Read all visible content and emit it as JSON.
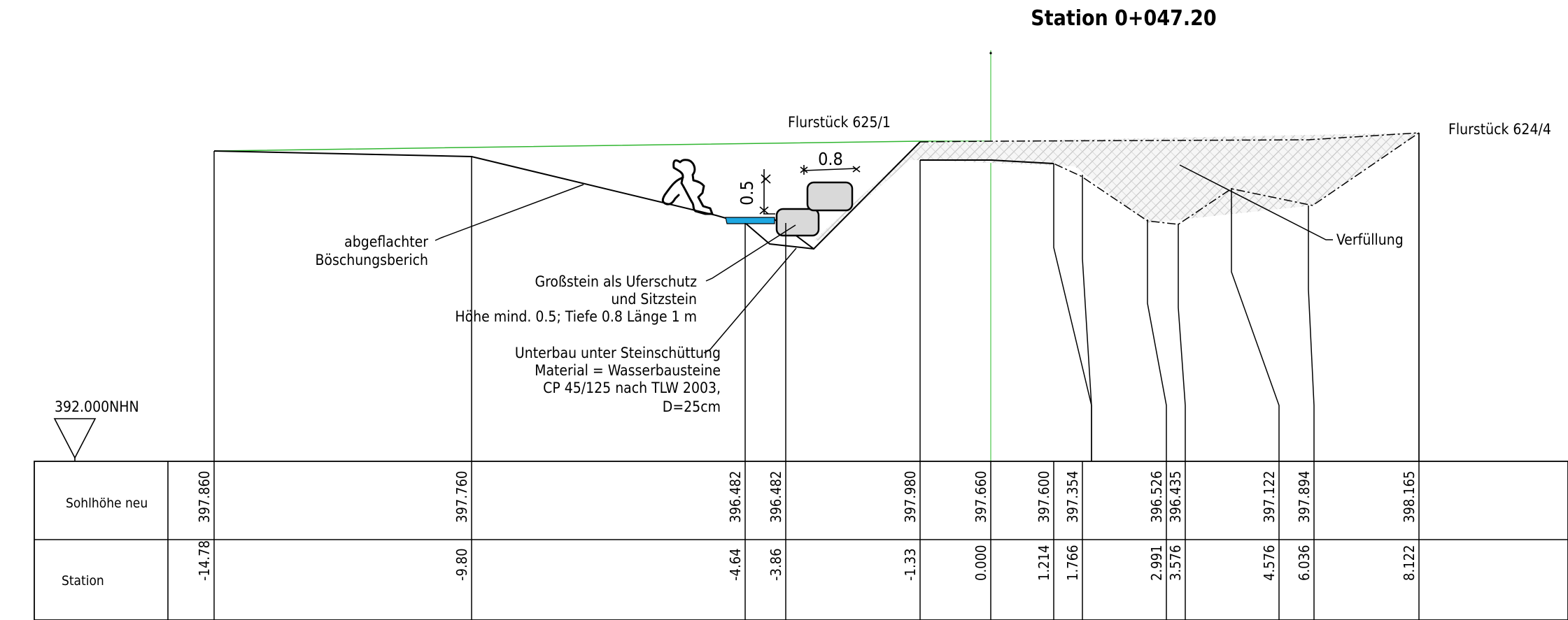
{
  "station_title": "Station 0+047.20",
  "parcels": {
    "left": "Flurstück 625/1",
    "right": "Flurstück 624/4"
  },
  "reference_level": "392.000NHN",
  "dimensions": {
    "height": "0.5",
    "depth": "0.8"
  },
  "annotations": {
    "slope": [
      "abgeflachter",
      "Böschungsberich"
    ],
    "stone": [
      "Großstein als Uferschutz",
      "und Sitzstein",
      "Höhe mind. 0.5; Tiefe 0.8 Länge  1 m"
    ],
    "substructure": [
      "Unterbau unter Steinschüttung",
      "Material = Wasserbausteine",
      "CP 45/125 nach TLW 2003,",
      "D=25cm"
    ],
    "fill": "Verfüllung"
  },
  "table": {
    "row_labels": {
      "height": "Sohlhöhe neu",
      "station": "Station"
    },
    "columns": [
      {
        "station": "-14.78",
        "height": "397.860"
      },
      {
        "station": "-9.80",
        "height": "397.760"
      },
      {
        "station": "-4.64",
        "height": "396.482"
      },
      {
        "station": "-3.86",
        "height": "396.482"
      },
      {
        "station": "-1.33",
        "height": "397.980"
      },
      {
        "station": "0.000",
        "height": "397.660"
      },
      {
        "station": "1.214",
        "height": "397.600"
      },
      {
        "station": "1.766",
        "height": "397.354"
      },
      {
        "station": "2.991",
        "height": "396.526"
      },
      {
        "station": "3.576",
        "height": "396.435"
      },
      {
        "station": "4.576",
        "height": "397.122"
      },
      {
        "station": "6.036",
        "height": "397.894"
      },
      {
        "station": "8.122",
        "height": "398.165"
      }
    ]
  },
  "colors": {
    "ink": "#000000",
    "axis": "#6fd26f",
    "terrain": "#2fb52f",
    "water": "#1ea7e1",
    "stone": "#d9d9d9",
    "hatch": "#c8c8c8"
  }
}
